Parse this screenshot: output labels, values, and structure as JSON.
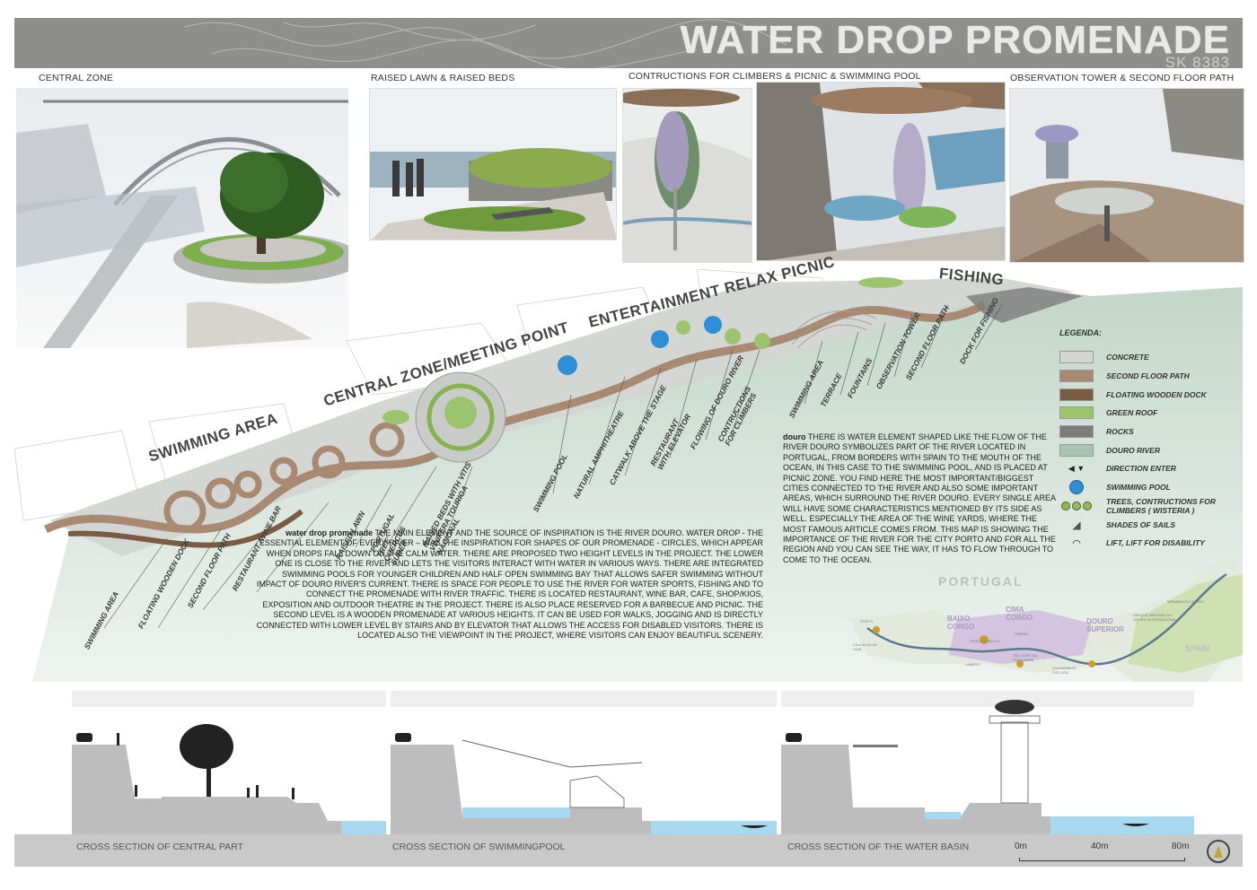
{
  "header": {
    "title": "WATER DROP PROMENADE",
    "code": "SK 8383"
  },
  "photos": [
    {
      "caption": "CENTRAL ZONE"
    },
    {
      "caption": "RAISED LAWN & RAISED BEDS"
    },
    {
      "caption": "CONTRUCTIONS FOR CLIMBERS & PICNIC & SWIMMING POOL"
    },
    {
      "caption": "OBSERVATION TOWER & SECOND FLOOR PATH"
    }
  ],
  "zones": {
    "swimming": "SWIMMING AREA",
    "central": "CENTRAL ZONE/MEETING POINT",
    "entertainment": "ENTERTAINMENT RELAX PICNIC",
    "fishing": "FISHING"
  },
  "plan_labels": [
    "SWIMMING AREA",
    "FLOATING WOODEN DOCK",
    "SECOND FLOOR PATH",
    "RESTAURANT /WINE BAR",
    "RAISED LAWN",
    "'PORTUGAL TREE' QUERCUS SUBER",
    "RAISED BEDS WITH VITIS VINIFERA TOURIGA NACIONAL",
    "SWIMMING POOL",
    "NATURAL AMPHITHEATRE",
    "CATWALK ABOVE THE STAGE",
    "RESTAURANT WITH ELEVATOR",
    "FLOWING OF DOURO RIVER",
    "CONTRUCTIONS FOR CLIMBERS",
    "SWIMMING AREA",
    "TERRACE",
    "FOUNTAINS",
    "OBSERVATION TOWER",
    "SECOND FLOOR PATH",
    "DOCK FOR FISHING"
  ],
  "description_main": {
    "lead": "water drop promenade",
    "text": "THE MAIN ELEMENT AND THE SOURCE OF INSPIRATION IS THE RIVER DOURO. WATER DROP - THE ESSENTIAL ELEMENT OF EVERY RIVER – WAS THE INSPIRATION FOR SHAPES OF OUR PROMENADE - CIRCLES, WHICH APPEAR WHEN DROPS FALL DOWN ON THE CALM WATER. THERE ARE PROPOSED TWO HEIGHT LEVELS IN THE PROJECT. THE LOWER ONE IS CLOSE TO THE RIVER AND LETS THE VISITORS INTERACT WITH WATER IN VARIOUS WAYS. THERE ARE INTEGRATED SWIMMING POOLS FOR YOUNGER CHILDREN AND HALF OPEN SWIMMING BAY THAT ALLOWS SAFER SWIMMING WITHOUT IMPACT OF DOURO RIVER'S CURRENT. THERE IS SPACE FOR PEOPLE TO USE THE RIVER FOR WATER SPORTS, FISHING AND TO CONNECT THE PROMENADE WITH RIVER TRAFFIC. THERE IS LOCATED RESTAURANT, WINE BAR, CAFE, SHOP/KIOS, EXPOSITION AND OUTDOOR THEATRE IN THE PROJECT. THERE IS ALSO PLACE RESERVED FOR A BARBECUE AND PICNIC. THE SECOND LEVEL IS A WOODEN PROMENADE AT VARIOUS HEIGHTS. IT CAN BE USED FOR WALKS, JOGGING AND IS DIRECTLY CONNECTED WITH LOWER LEVEL BY STAIRS AND BY ELEVATOR THAT ALLOWS THE ACCESS FOR DISABLED VISITORS. THERE IS LOCATED ALSO THE VIEWPOINT IN THE PROJECT, WHERE VISITORS CAN ENJOY BEAUTIFUL SCENERY."
  },
  "description_douro": {
    "lead": "douro",
    "text": "THERE IS WATER ELEMENT SHAPED LIKE THE FLOW OF THE RIVER DOURO SYMBOLIZES PART OF THE RIVER LOCATED IN PORTUGAL, FROM BORDERS WITH SPAIN TO THE MOUTH OF THE OCEAN, IN THIS CASE TO THE SWIMMING POOL, AND IS PLACED AT PICNIC ZONE. YOU FIND HERE THE MOST IMPORTANT/BIGGEST CITIES CONNECTED TO THE RIVER AND ALSO SOME IMPORTANT AREAS, WHICH SURROUND THE RIVER DOURO. EVERY SINGLE AREA WILL HAVE SOME CHARACTERISTICS MENTIONED BY ITS SIDE AS WELL. ESPECIALLY THE AREA OF THE WINE YARDS, WHERE THE MOST FAMOUS ARTICLE COMES FROM. THIS MAP IS SHOWING THE IMPORTANCE OF THE RIVER FOR THE CITY PORTO AND FOR ALL THE REGION AND YOU CAN SEE THE WAY, IT HAS TO FLOW THROUGH TO COME TO THE OCEAN."
  },
  "legend": {
    "title": "LEGENDA:",
    "items": [
      {
        "label": "CONCRETE",
        "color": "#d4d6d4",
        "icon": "swatch"
      },
      {
        "label": "SECOND FLOOR PATH",
        "color": "#a88a72",
        "icon": "swatch"
      },
      {
        "label": "FLOATING WOODEN DOCK",
        "color": "#7a5c43",
        "icon": "swatch"
      },
      {
        "label": "GREEN ROOF",
        "color": "#9cc46e",
        "icon": "swatch"
      },
      {
        "label": "ROCKS",
        "color": "#7c7c7c",
        "icon": "swatch"
      },
      {
        "label": "DOURO RIVER",
        "color": "#a9c4b2",
        "icon": "swatch"
      },
      {
        "label": "DIRECTION ENTER",
        "color": "#222222",
        "icon": "arrows-icon"
      },
      {
        "label": "SWIMMING POOL",
        "color": "#2f8fd6",
        "icon": "pool-icon"
      },
      {
        "label": "TREES, CONTRUCTIONS FOR CLIMBERS ( WISTERIA )",
        "color": "#8fbf4a",
        "icon": "trees-icon"
      },
      {
        "label": "SHADES OF SAILS",
        "color": "#555555",
        "icon": "sail-icon"
      },
      {
        "label": "LIFT, LIFT FOR DISABILITY",
        "color": "#222222",
        "icon": "lift-icon"
      }
    ]
  },
  "map": {
    "country_left": "PORTUGAL",
    "country_right": "SPAIN",
    "regions": [
      "BAIXO CORGO",
      "CIMA CORGO",
      "DOURO SUPERIOR"
    ],
    "places": [
      "PORTO",
      "VILA NOVA DE GAIA",
      "PESO DA RÉGUA",
      "PINHÃO",
      "SÃO JOÃO DA PESQUEIRA",
      "LAMEGO",
      "VILA NOVA DE FOZ CÔA",
      "MIRANDA DO DOURO",
      "PARQUE NATURAL DO DOURO INTERNACIONAL"
    ]
  },
  "sections": [
    {
      "caption": "CROSS SECTION OF CENTRAL PART"
    },
    {
      "caption": "CROSS SECTION OF SWIMMINGPOOL"
    },
    {
      "caption": "CROSS SECTION OF THE WATER BASIN"
    }
  ],
  "scale": {
    "ticks": [
      "0m",
      "40m",
      "80m"
    ]
  }
}
